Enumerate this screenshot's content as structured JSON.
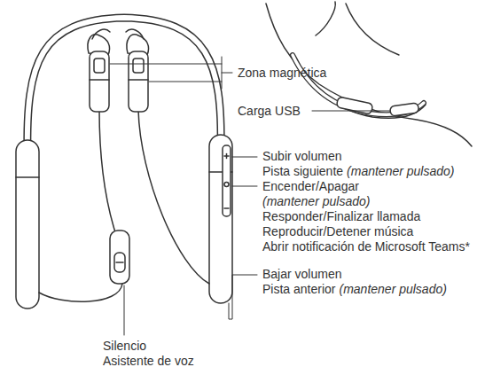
{
  "diagram": {
    "labels": [
      "Zona magnética",
      "Carga USB",
      "Subir volumen",
      "Pista siguiente",
      "(mantener pulsado)",
      "Encender/Apagar",
      "(mantener pulsado)",
      "Responder/Finalizar llamada",
      "Reproducir/Detener música",
      "Abrir notificación de Microsoft Teams*",
      "Bajar volumen",
      "Pista anterior",
      "(mantener pulsado)",
      "Silencio",
      "Asistente de voz"
    ]
  }
}
